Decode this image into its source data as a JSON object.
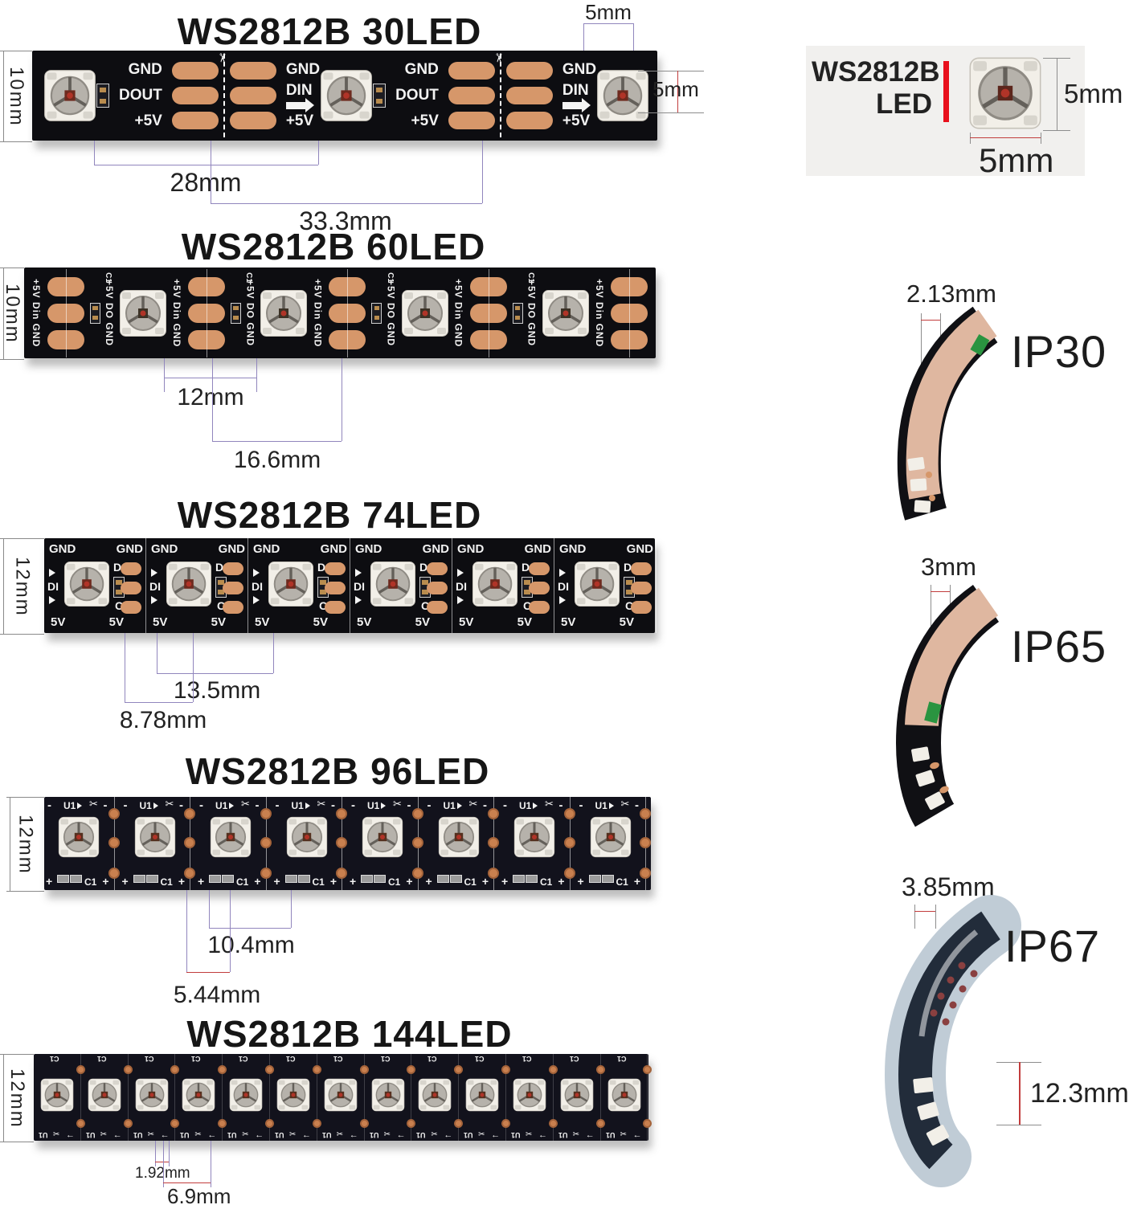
{
  "strips": [
    {
      "id": "s30",
      "title": "WS2812B 30LED",
      "side": "10mm",
      "dims": [
        "28mm",
        "33.3mm"
      ],
      "led_top": "5mm",
      "led_right": "5mm",
      "labels": {
        "gnd": "GND",
        "dout": "DOUT",
        "din": "DIN",
        "v5": "+5V"
      },
      "leds": 3
    },
    {
      "id": "s60",
      "title": "WS2812B 60LED",
      "side": "10mm",
      "dims": [
        "12mm",
        "16.6mm"
      ],
      "labels": {
        "vin": "+5V Din GND",
        "vout": "+5V DO GND",
        "c1": "C1"
      },
      "leds": 4
    },
    {
      "id": "s74",
      "title": "WS2812B 74LED",
      "side": "12mm",
      "dims": [
        "13.5mm",
        "8.78mm"
      ],
      "labels": {
        "gnd": "GND",
        "do": "DO",
        "di": "DI",
        "c": "C",
        "v5": "5V"
      },
      "leds": 6
    },
    {
      "id": "s96",
      "title": "WS2812B 96LED",
      "side": "12mm",
      "dims": [
        "10.4mm",
        "5.44mm"
      ],
      "labels": {
        "u1": "U1",
        "c1": "C1",
        "plus": "+",
        "minus": "-"
      },
      "leds": 8
    },
    {
      "id": "s144",
      "title": "WS2812B 144LED",
      "side": "12mm",
      "dims": [
        "1.92mm",
        "6.9mm"
      ],
      "labels": {
        "u1": "U1",
        "c1": "C1"
      },
      "leds": 13
    }
  ],
  "chip_panel": {
    "line1": "WS2812B",
    "line2": "LED",
    "w": "5mm",
    "h": "5mm"
  },
  "ip_ratings": [
    {
      "label": "IP30",
      "thickness": "2.13mm"
    },
    {
      "label": "IP65",
      "thickness": "3mm"
    },
    {
      "label": "IP67",
      "thickness": "3.85mm",
      "height": "12.3mm"
    }
  ],
  "colors": {
    "pcb": "#0d0d11",
    "pcb_navy": "#12121c",
    "copper": "#d6976a",
    "led_body": "#f2efe8",
    "red_accent": "#e8101c",
    "dim_line": "#9186bd",
    "dim_red": "#c23d3d",
    "panel_bg": "#f1f0ee"
  }
}
